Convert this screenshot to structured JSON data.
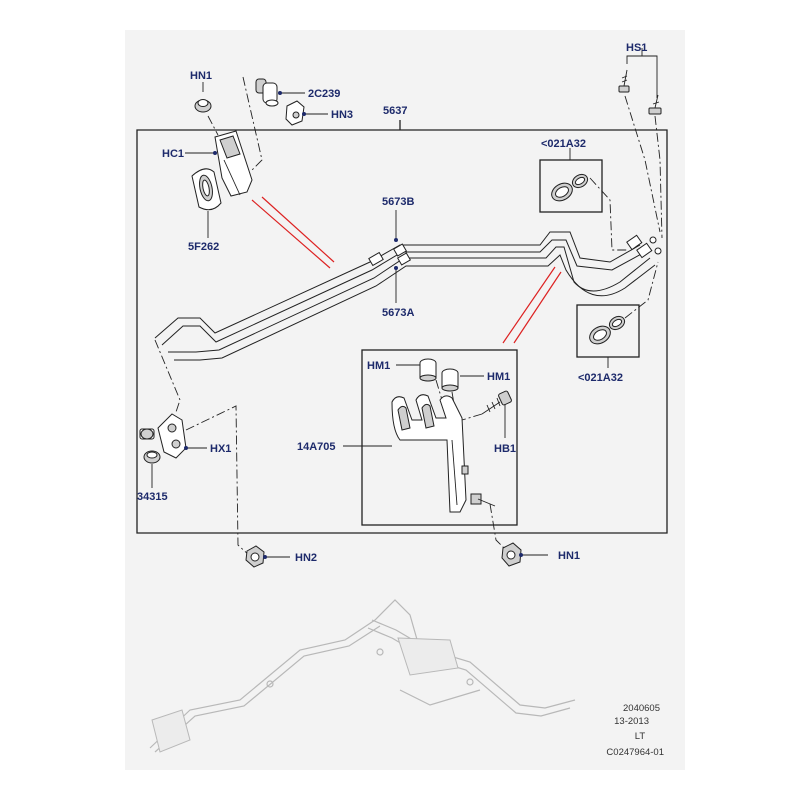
{
  "callouts": {
    "hs1": "HS1",
    "hn1_top": "HN1",
    "c2c239": "2C239",
    "hn3": "HN3",
    "c5637": "5637",
    "hc1": "HC1",
    "c5f262": "5F262",
    "c5673b": "5673B",
    "c5673a": "5673A",
    "c021a32_top": "<021A32",
    "c021a32_bottom": "<021A32",
    "hm1_left": "HM1",
    "hm1_right": "HM1",
    "c14a705": "14A705",
    "hb1": "HB1",
    "hx1": "HX1",
    "c34315": "34315",
    "hn2": "HN2",
    "hn1_bottom": "HN1"
  },
  "footer": {
    "line1": "2040605",
    "line2": "13-2013",
    "line3": "LT",
    "line4": "C0247964-01"
  },
  "colors": {
    "callout_text": "#1d2a6b",
    "frame": "#222222",
    "highlight": "#dd2222",
    "sheet_background": "#f3f3f3"
  }
}
